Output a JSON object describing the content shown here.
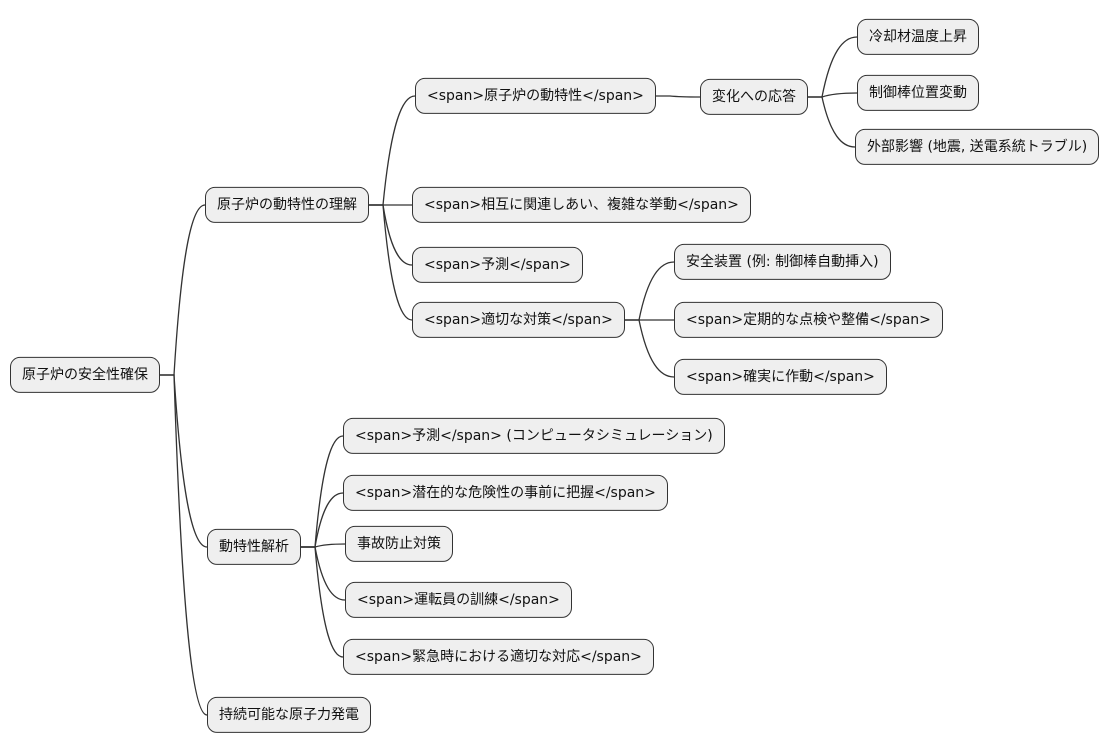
{
  "mindmap": {
    "colors": {
      "background": "#ffffff",
      "node_fill": "#efefef",
      "node_border": "#333333",
      "link": "#333333",
      "text": "#111111"
    },
    "nodes": {
      "root": {
        "label": "原子炉の安全性確保"
      },
      "understanding": {
        "label": "原子炉の動特性の理解"
      },
      "dynamics": {
        "label": "<span>原子炉の動特性</span>"
      },
      "response": {
        "label": "変化への応答"
      },
      "coolant": {
        "label": "冷却材温度上昇"
      },
      "controlRod": {
        "label": "制御棒位置変動"
      },
      "external": {
        "label": "外部影響 (地震, 送電系統トラブル)"
      },
      "interrelated": {
        "label": "<span>相互に関連しあい、複雑な挙動</span>"
      },
      "prediction": {
        "label": "<span>予測</span>"
      },
      "countermeasures": {
        "label": "<span>適切な対策</span>"
      },
      "safetyDevice": {
        "label": "安全装置 (例: 制御棒自動挿入)"
      },
      "inspection": {
        "label": "<span>定期的な点検や整備</span>"
      },
      "reliable": {
        "label": "<span>確実に作動</span>"
      },
      "analysis": {
        "label": "動特性解析"
      },
      "simulation": {
        "label": "<span>予測</span> (コンピュータシミュレーション)"
      },
      "hazards": {
        "label": "<span>潜在的な危険性の事前に把握</span>"
      },
      "accidentPrevention": {
        "label": "事故防止対策"
      },
      "training": {
        "label": "<span>運転員の訓練</span>"
      },
      "emergency": {
        "label": "<span>緊急時における適切な対応</span>"
      },
      "sustainable": {
        "label": "持続可能な原子力発電"
      }
    },
    "edges": [
      [
        "root",
        "understanding"
      ],
      [
        "root",
        "analysis"
      ],
      [
        "root",
        "sustainable"
      ],
      [
        "understanding",
        "dynamics"
      ],
      [
        "understanding",
        "interrelated"
      ],
      [
        "understanding",
        "prediction"
      ],
      [
        "understanding",
        "countermeasures"
      ],
      [
        "dynamics",
        "response"
      ],
      [
        "response",
        "coolant"
      ],
      [
        "response",
        "controlRod"
      ],
      [
        "response",
        "external"
      ],
      [
        "countermeasures",
        "safetyDevice"
      ],
      [
        "countermeasures",
        "inspection"
      ],
      [
        "countermeasures",
        "reliable"
      ],
      [
        "analysis",
        "simulation"
      ],
      [
        "analysis",
        "hazards"
      ],
      [
        "analysis",
        "accidentPrevention"
      ],
      [
        "analysis",
        "training"
      ],
      [
        "analysis",
        "emergency"
      ]
    ]
  }
}
